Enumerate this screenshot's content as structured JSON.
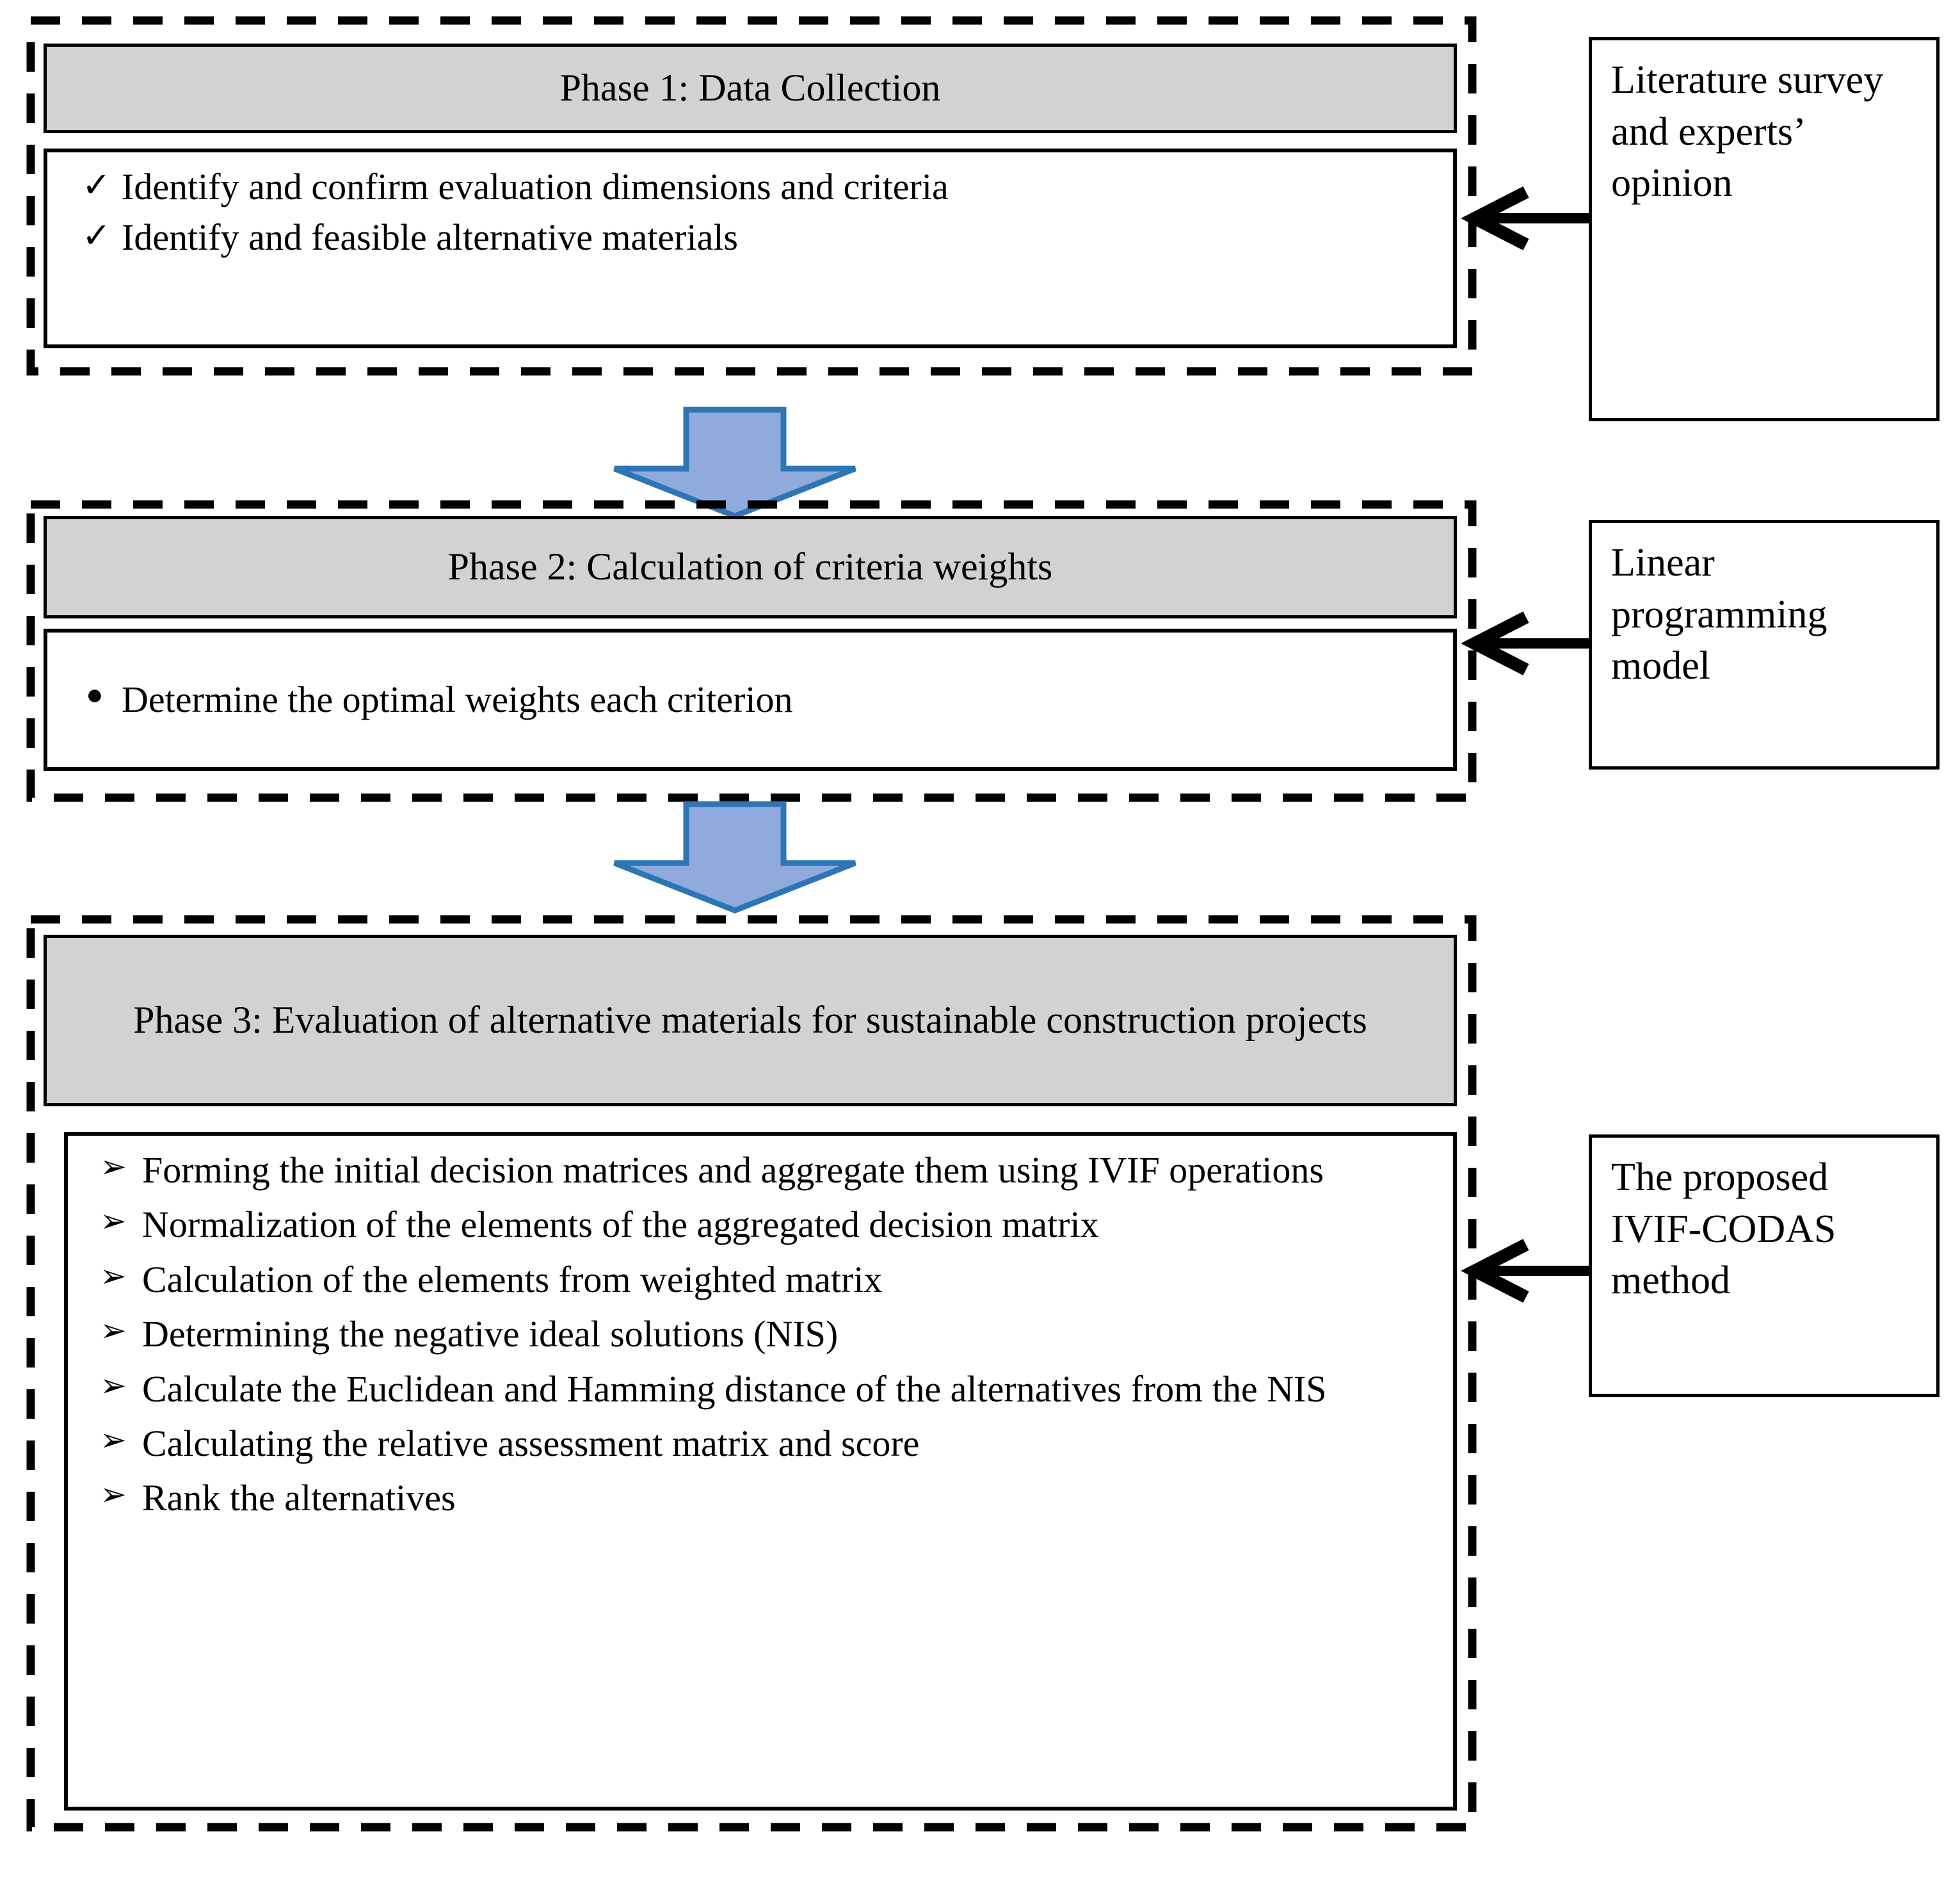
{
  "diagram": {
    "title": "Three-phase IVIF-CODAS research framework flowchart",
    "colors": {
      "header_fill": "#d3d1d2",
      "border": "#000000",
      "arrow_fill": "#8faadc",
      "arrow_stroke": "#2e75b6",
      "page_background": "#ffffff"
    }
  },
  "phases": [
    {
      "id": "phase-1",
      "header": "Phase 1: Data Collection",
      "marker": "check",
      "marker_glyph": "✓",
      "items": [
        "Identify and confirm evaluation dimensions and criteria",
        "Identify and feasible alternative materials"
      ]
    },
    {
      "id": "phase-2",
      "header": "Phase 2: Calculation of criteria weights",
      "marker": "dot",
      "marker_glyph": "●",
      "items": [
        "Determine the optimal weights  each criterion"
      ]
    },
    {
      "id": "phase-3",
      "header": "Phase 3: Evaluation of alternative materials for sustainable construction projects",
      "marker": "arrow",
      "marker_glyph": "➢",
      "items": [
        "Forming the initial decision matrices and aggregate them using IVIF operations",
        "Normalization of the elements of the aggregated decision matrix",
        "Calculation of the elements from weighted matrix",
        "Determining the negative ideal solutions (NIS)",
        "Calculate the Euclidean  and Hamming distance of the alternatives from the NIS",
        "Calculating the relative assessment matrix and score",
        "Rank the alternatives"
      ]
    }
  ],
  "side_boxes": [
    {
      "id": "side-box-1",
      "text": "Literature survey and experts’ opinion",
      "target": "phase-1"
    },
    {
      "id": "side-box-2",
      "text": "Linear programming model",
      "target": "phase-2"
    },
    {
      "id": "side-box-3",
      "text": "The proposed IVIF-CODAS method",
      "target": "phase-3"
    }
  ],
  "connectors": [
    {
      "id": "flow-arrow-1",
      "from": "phase-1",
      "to": "phase-2",
      "kind": "down-arrow"
    },
    {
      "id": "flow-arrow-2",
      "from": "phase-2",
      "to": "phase-3",
      "kind": "down-arrow"
    },
    {
      "id": "input-arrow-1",
      "from": "side-box-1",
      "to": "phase-1",
      "kind": "left-arrow"
    },
    {
      "id": "input-arrow-2",
      "from": "side-box-2",
      "to": "phase-2",
      "kind": "left-arrow"
    },
    {
      "id": "input-arrow-3",
      "from": "side-box-3",
      "to": "phase-3",
      "kind": "left-arrow"
    }
  ]
}
